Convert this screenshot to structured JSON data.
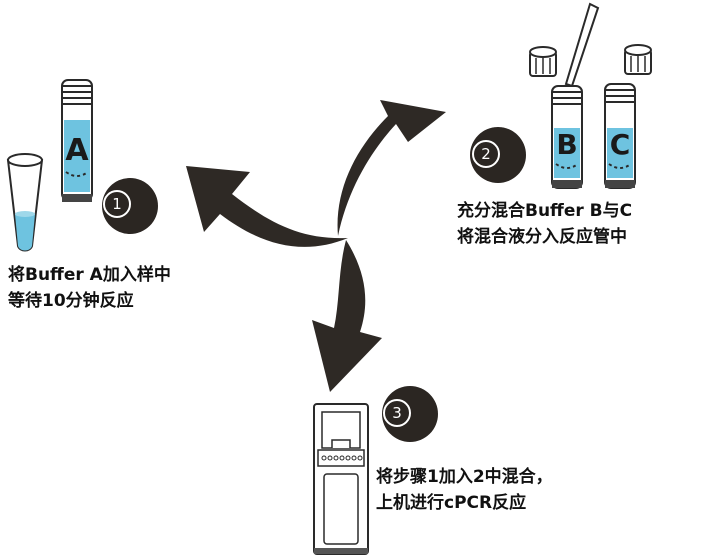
{
  "colors": {
    "arrow": "#2e2925",
    "liquid": "#6ec3e0",
    "circle": "#2b2622",
    "outline": "#2a2a2a"
  },
  "icons": [
    "curved-arrow-icon",
    "tube-icon",
    "cap-icon",
    "pipette-icon",
    "cartridge-icon",
    "pcr-tube-icon"
  ],
  "tubes": {
    "a_label": "A",
    "b_label": "B",
    "c_label": "C"
  },
  "steps": [
    {
      "number": "1",
      "lines": [
        "将Buffer A加入样中",
        "等待10分钟反应"
      ]
    },
    {
      "number": "2",
      "lines": [
        "充分混合Buffer B与C",
        "将混合液分入反应管中"
      ]
    },
    {
      "number": "3",
      "lines": [
        "将步骤1加入2中混合，",
        "上机进行cPCR反应"
      ]
    }
  ]
}
